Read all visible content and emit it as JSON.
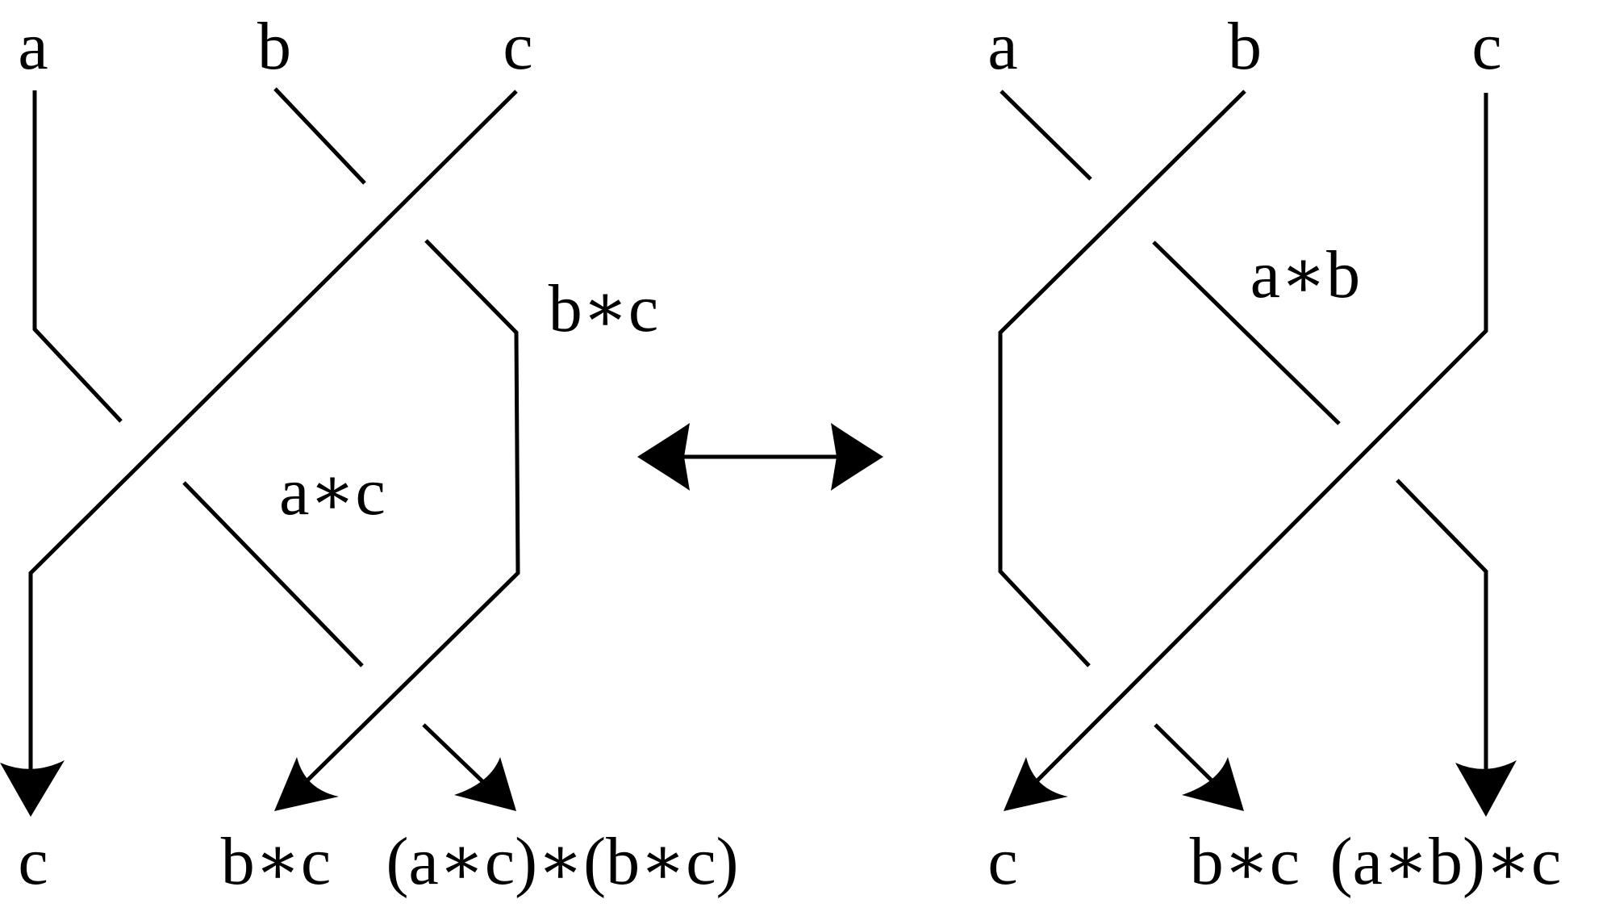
{
  "left_diagram": {
    "top_labels": [
      "a",
      "b",
      "c"
    ],
    "mid_labels": {
      "upper": "b∗c",
      "lower": "a∗c"
    },
    "bottom_labels": [
      "c",
      "b∗c",
      "(a∗c)∗(b∗c)"
    ]
  },
  "right_diagram": {
    "top_labels": [
      "a",
      "b",
      "c"
    ],
    "mid_labels": {
      "upper": "a∗b"
    },
    "bottom_labels": [
      "c",
      "b∗c",
      "(a∗b)∗c"
    ]
  },
  "equivalence_icon": "double-headed-arrow-icon"
}
